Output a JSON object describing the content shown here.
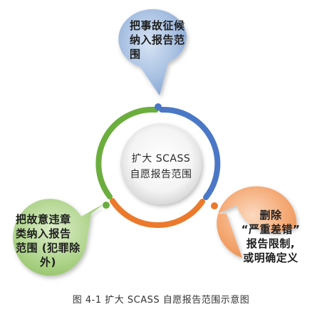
{
  "center": {
    "line1": "扩大 SCASS",
    "line2": "自愿报告范围"
  },
  "bubbles": {
    "top": {
      "lines": [
        "把事故征候",
        "纳入报告范",
        "围"
      ],
      "color": "#9cb7dc"
    },
    "right": {
      "lines": [
        "删除",
        "“严重差错”",
        "报告限制,",
        "或明确定义"
      ],
      "color": "#f2a36a"
    },
    "left": {
      "lines": [
        "把故意违章",
        "类纳入报告",
        "范围 (犯罪除",
        "外)"
      ],
      "color": "#a6cf80"
    }
  },
  "ring_colors": {
    "blue": "#4a78c6",
    "orange": "#eb7a2c",
    "green": "#6cae3e"
  },
  "caption": "图 4-1 扩大 SCASS 自愿报告范围示意图"
}
